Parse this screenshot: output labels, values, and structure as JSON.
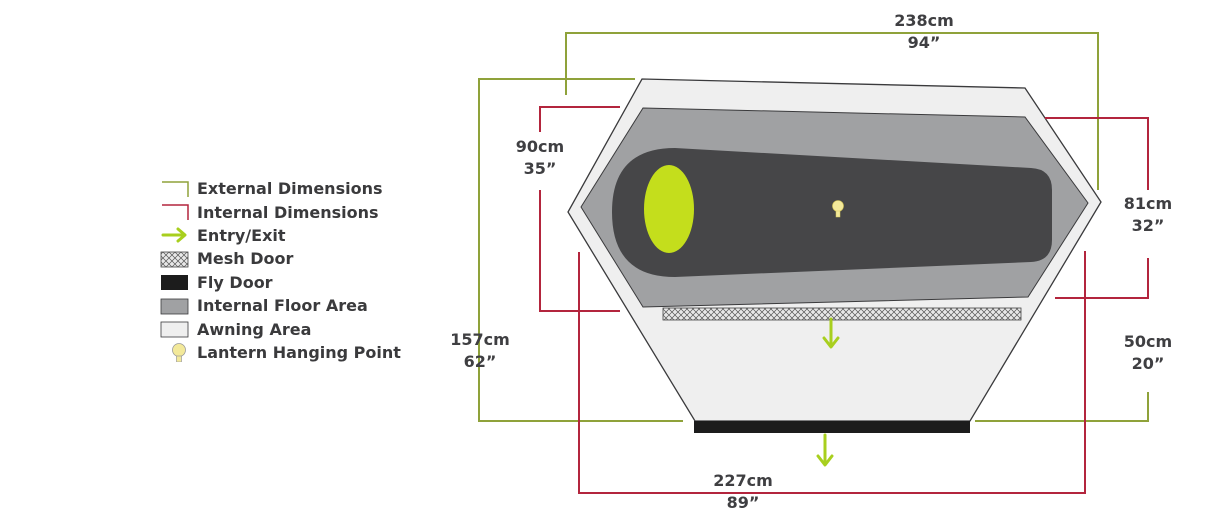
{
  "colors": {
    "external": "#8fa23a",
    "internal": "#b3253d",
    "entry_arrow": "#a8cf1e",
    "awning": "#efefef",
    "internal_floor": "#a0a1a3",
    "sleeping_bag": "#464648",
    "bag_hood": "#c4de1c",
    "fly_door": "#1c1c1c",
    "lantern": "#f3e99a"
  },
  "legend": [
    {
      "key": "external",
      "label": "External Dimensions",
      "icon": "external-dimension-bracket-icon"
    },
    {
      "key": "internal",
      "label": "Internal Dimensions",
      "icon": "internal-dimension-bracket-icon"
    },
    {
      "key": "entry",
      "label": "Entry/Exit",
      "icon": "arrow-right-icon"
    },
    {
      "key": "mesh",
      "label": "Mesh Door",
      "icon": "mesh-door-swatch-icon"
    },
    {
      "key": "fly",
      "label": "Fly Door",
      "icon": "fly-door-swatch-icon"
    },
    {
      "key": "floor",
      "label": "Internal Floor Area",
      "icon": "internal-floor-swatch-icon"
    },
    {
      "key": "awning",
      "label": "Awning Area",
      "icon": "awning-swatch-icon"
    },
    {
      "key": "lantern",
      "label": "Lantern Hanging Point",
      "icon": "lightbulb-icon"
    }
  ],
  "dimensions": {
    "external_width": {
      "metric": "238cm",
      "imperial": "94”"
    },
    "internal_end_left": {
      "metric": "90cm",
      "imperial": "35”"
    },
    "internal_end_right": {
      "metric": "81cm",
      "imperial": "32”"
    },
    "external_length": {
      "metric": "157cm",
      "imperial": "62”"
    },
    "awning_depth": {
      "metric": "50cm",
      "imperial": "20”"
    },
    "internal_width": {
      "metric": "227cm",
      "imperial": "89”"
    }
  }
}
